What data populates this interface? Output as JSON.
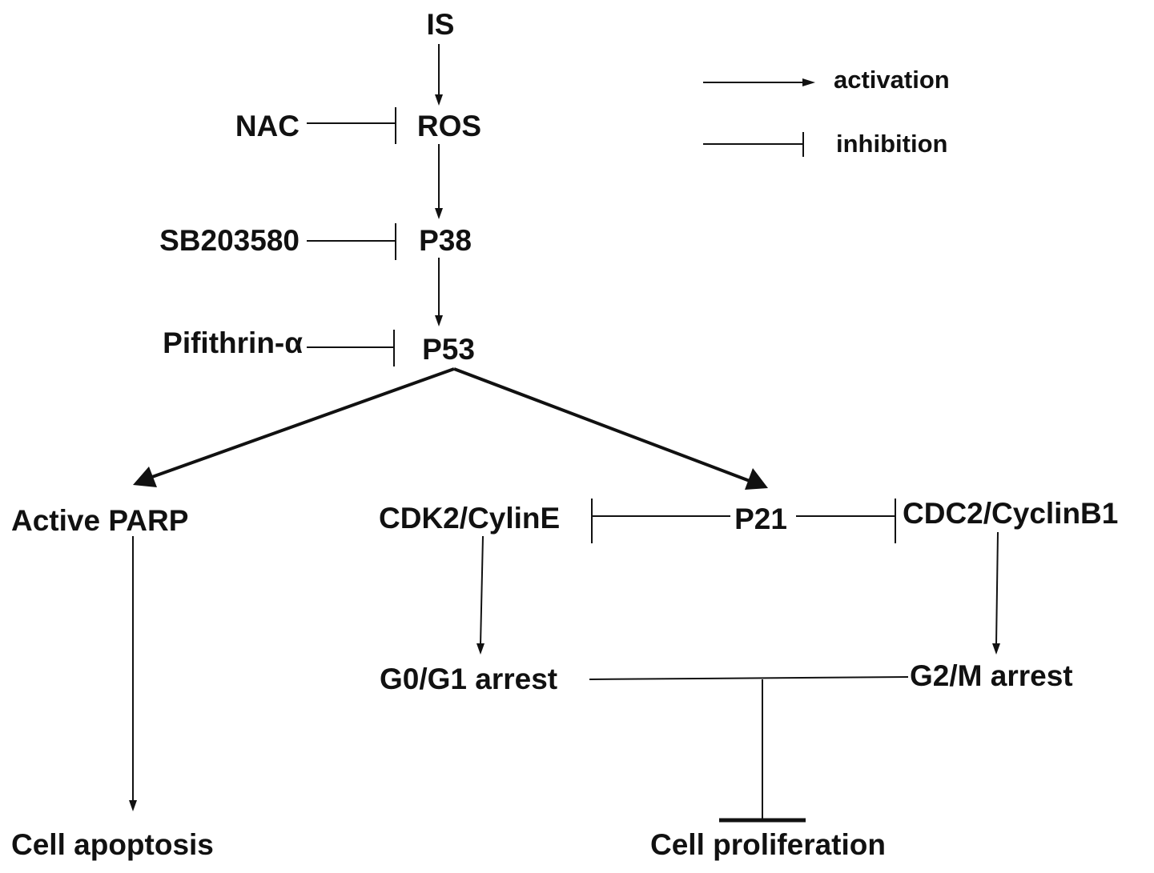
{
  "nodes": {
    "is": "IS",
    "ros": "ROS",
    "nac": "NAC",
    "p38": "P38",
    "sb203580": "SB203580",
    "p53": "P53",
    "pifithrin": "Pifithrin-α",
    "active_parp": "Active PARP",
    "cdk2_cycline": "CDK2/CylinE",
    "p21": "P21",
    "cdc2_cyclinb1": "CDC2/CyclinB1",
    "g0g1_arrest": "G0/G1 arrest",
    "g2m_arrest": "G2/M arrest",
    "cell_apoptosis": "Cell apoptosis",
    "cell_proliferation": "Cell proliferation"
  },
  "legend": {
    "activation": "activation",
    "inhibition": "inhibition"
  },
  "colors": {
    "ink": "#111111",
    "background": "#ffffff"
  }
}
